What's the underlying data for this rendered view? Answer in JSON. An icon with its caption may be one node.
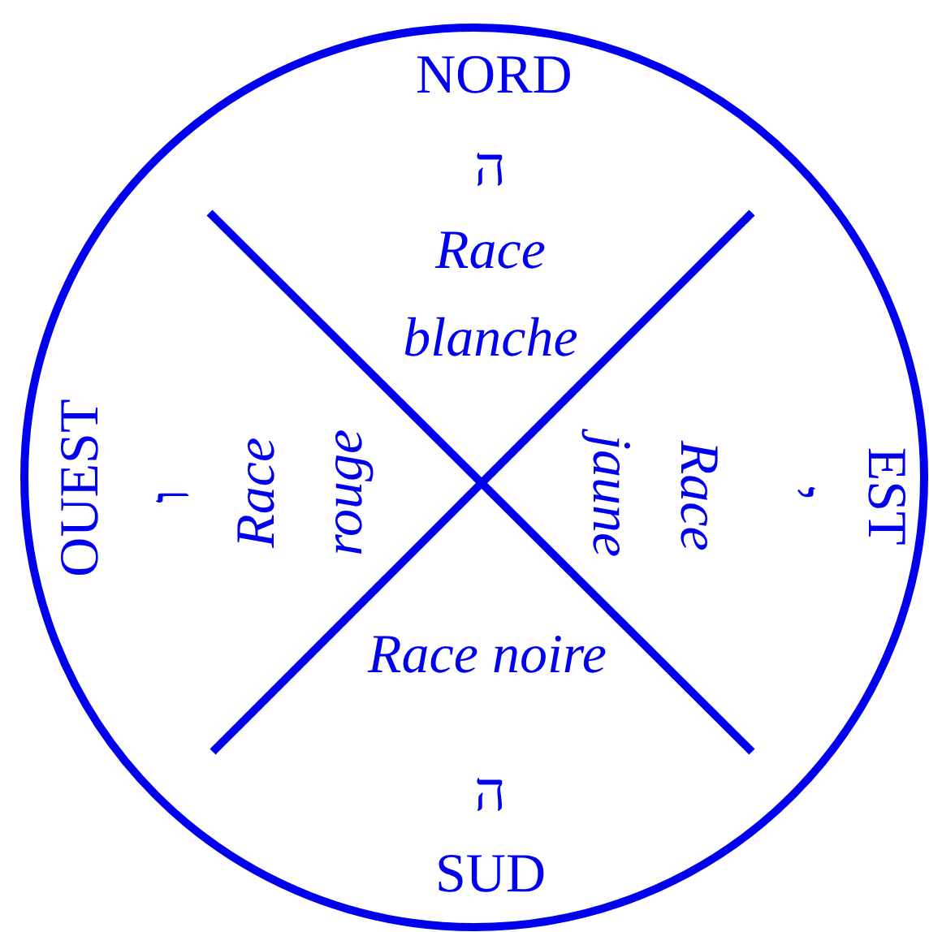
{
  "diagram": {
    "labels": [
      "NORD",
      "ה",
      "Race blanche",
      "OUEST",
      "ו",
      "Race rouge",
      "Race jaune",
      "EST",
      "י",
      "Race noire",
      "ה",
      "SUD"
    ]
  }
}
